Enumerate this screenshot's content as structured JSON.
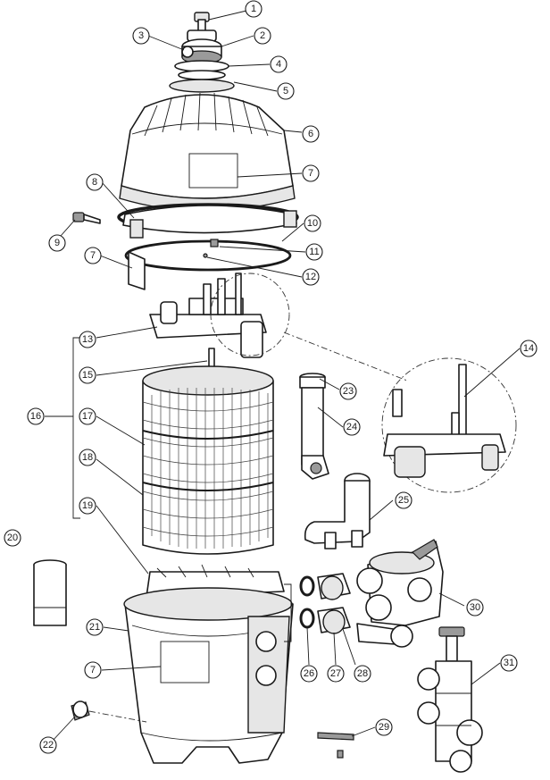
{
  "callouts": [
    {
      "id": "1",
      "label": "1"
    },
    {
      "id": "2",
      "label": "2"
    },
    {
      "id": "3",
      "label": "3"
    },
    {
      "id": "4",
      "label": "4"
    },
    {
      "id": "5",
      "label": "5"
    },
    {
      "id": "6",
      "label": "6"
    },
    {
      "id": "7a",
      "label": "7"
    },
    {
      "id": "8",
      "label": "8"
    },
    {
      "id": "9",
      "label": "9"
    },
    {
      "id": "10",
      "label": "10"
    },
    {
      "id": "11",
      "label": "11"
    },
    {
      "id": "7b",
      "label": "7"
    },
    {
      "id": "12",
      "label": "12"
    },
    {
      "id": "13",
      "label": "13"
    },
    {
      "id": "14",
      "label": "14"
    },
    {
      "id": "15",
      "label": "15"
    },
    {
      "id": "23",
      "label": "23"
    },
    {
      "id": "16",
      "label": "16"
    },
    {
      "id": "17",
      "label": "17"
    },
    {
      "id": "24",
      "label": "24"
    },
    {
      "id": "18",
      "label": "18"
    },
    {
      "id": "25",
      "label": "25"
    },
    {
      "id": "19",
      "label": "19"
    },
    {
      "id": "20",
      "label": "20"
    },
    {
      "id": "30",
      "label": "30"
    },
    {
      "id": "21",
      "label": "21"
    },
    {
      "id": "7c",
      "label": "7"
    },
    {
      "id": "26",
      "label": "26"
    },
    {
      "id": "27",
      "label": "27"
    },
    {
      "id": "28",
      "label": "28"
    },
    {
      "id": "31",
      "label": "31"
    },
    {
      "id": "22",
      "label": "22"
    },
    {
      "id": "29",
      "label": "29"
    }
  ]
}
